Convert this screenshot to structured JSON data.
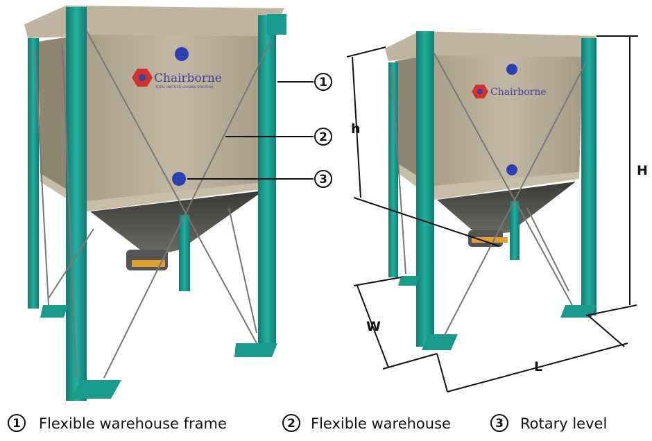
{
  "brand": {
    "name": "Chairborne",
    "tagline": "TOTAL UNITIZED LOADING SOLUTION"
  },
  "callouts": [
    {
      "number": "1",
      "label": "Flexible warehouse frame"
    },
    {
      "number": "2",
      "label": "Flexible warehouse"
    },
    {
      "number": "3",
      "label": "Rotary level"
    }
  ],
  "dimensions": {
    "h": "h",
    "H": "H",
    "W": "W",
    "L": "L"
  },
  "colors": {
    "frame": "#1a9a8c",
    "fabric": "#b8ad98",
    "logo_red": "#d2322d",
    "logo_blue": "#3e3f98",
    "sensor": "#2b3fb0",
    "outlet": "#e0a030"
  }
}
